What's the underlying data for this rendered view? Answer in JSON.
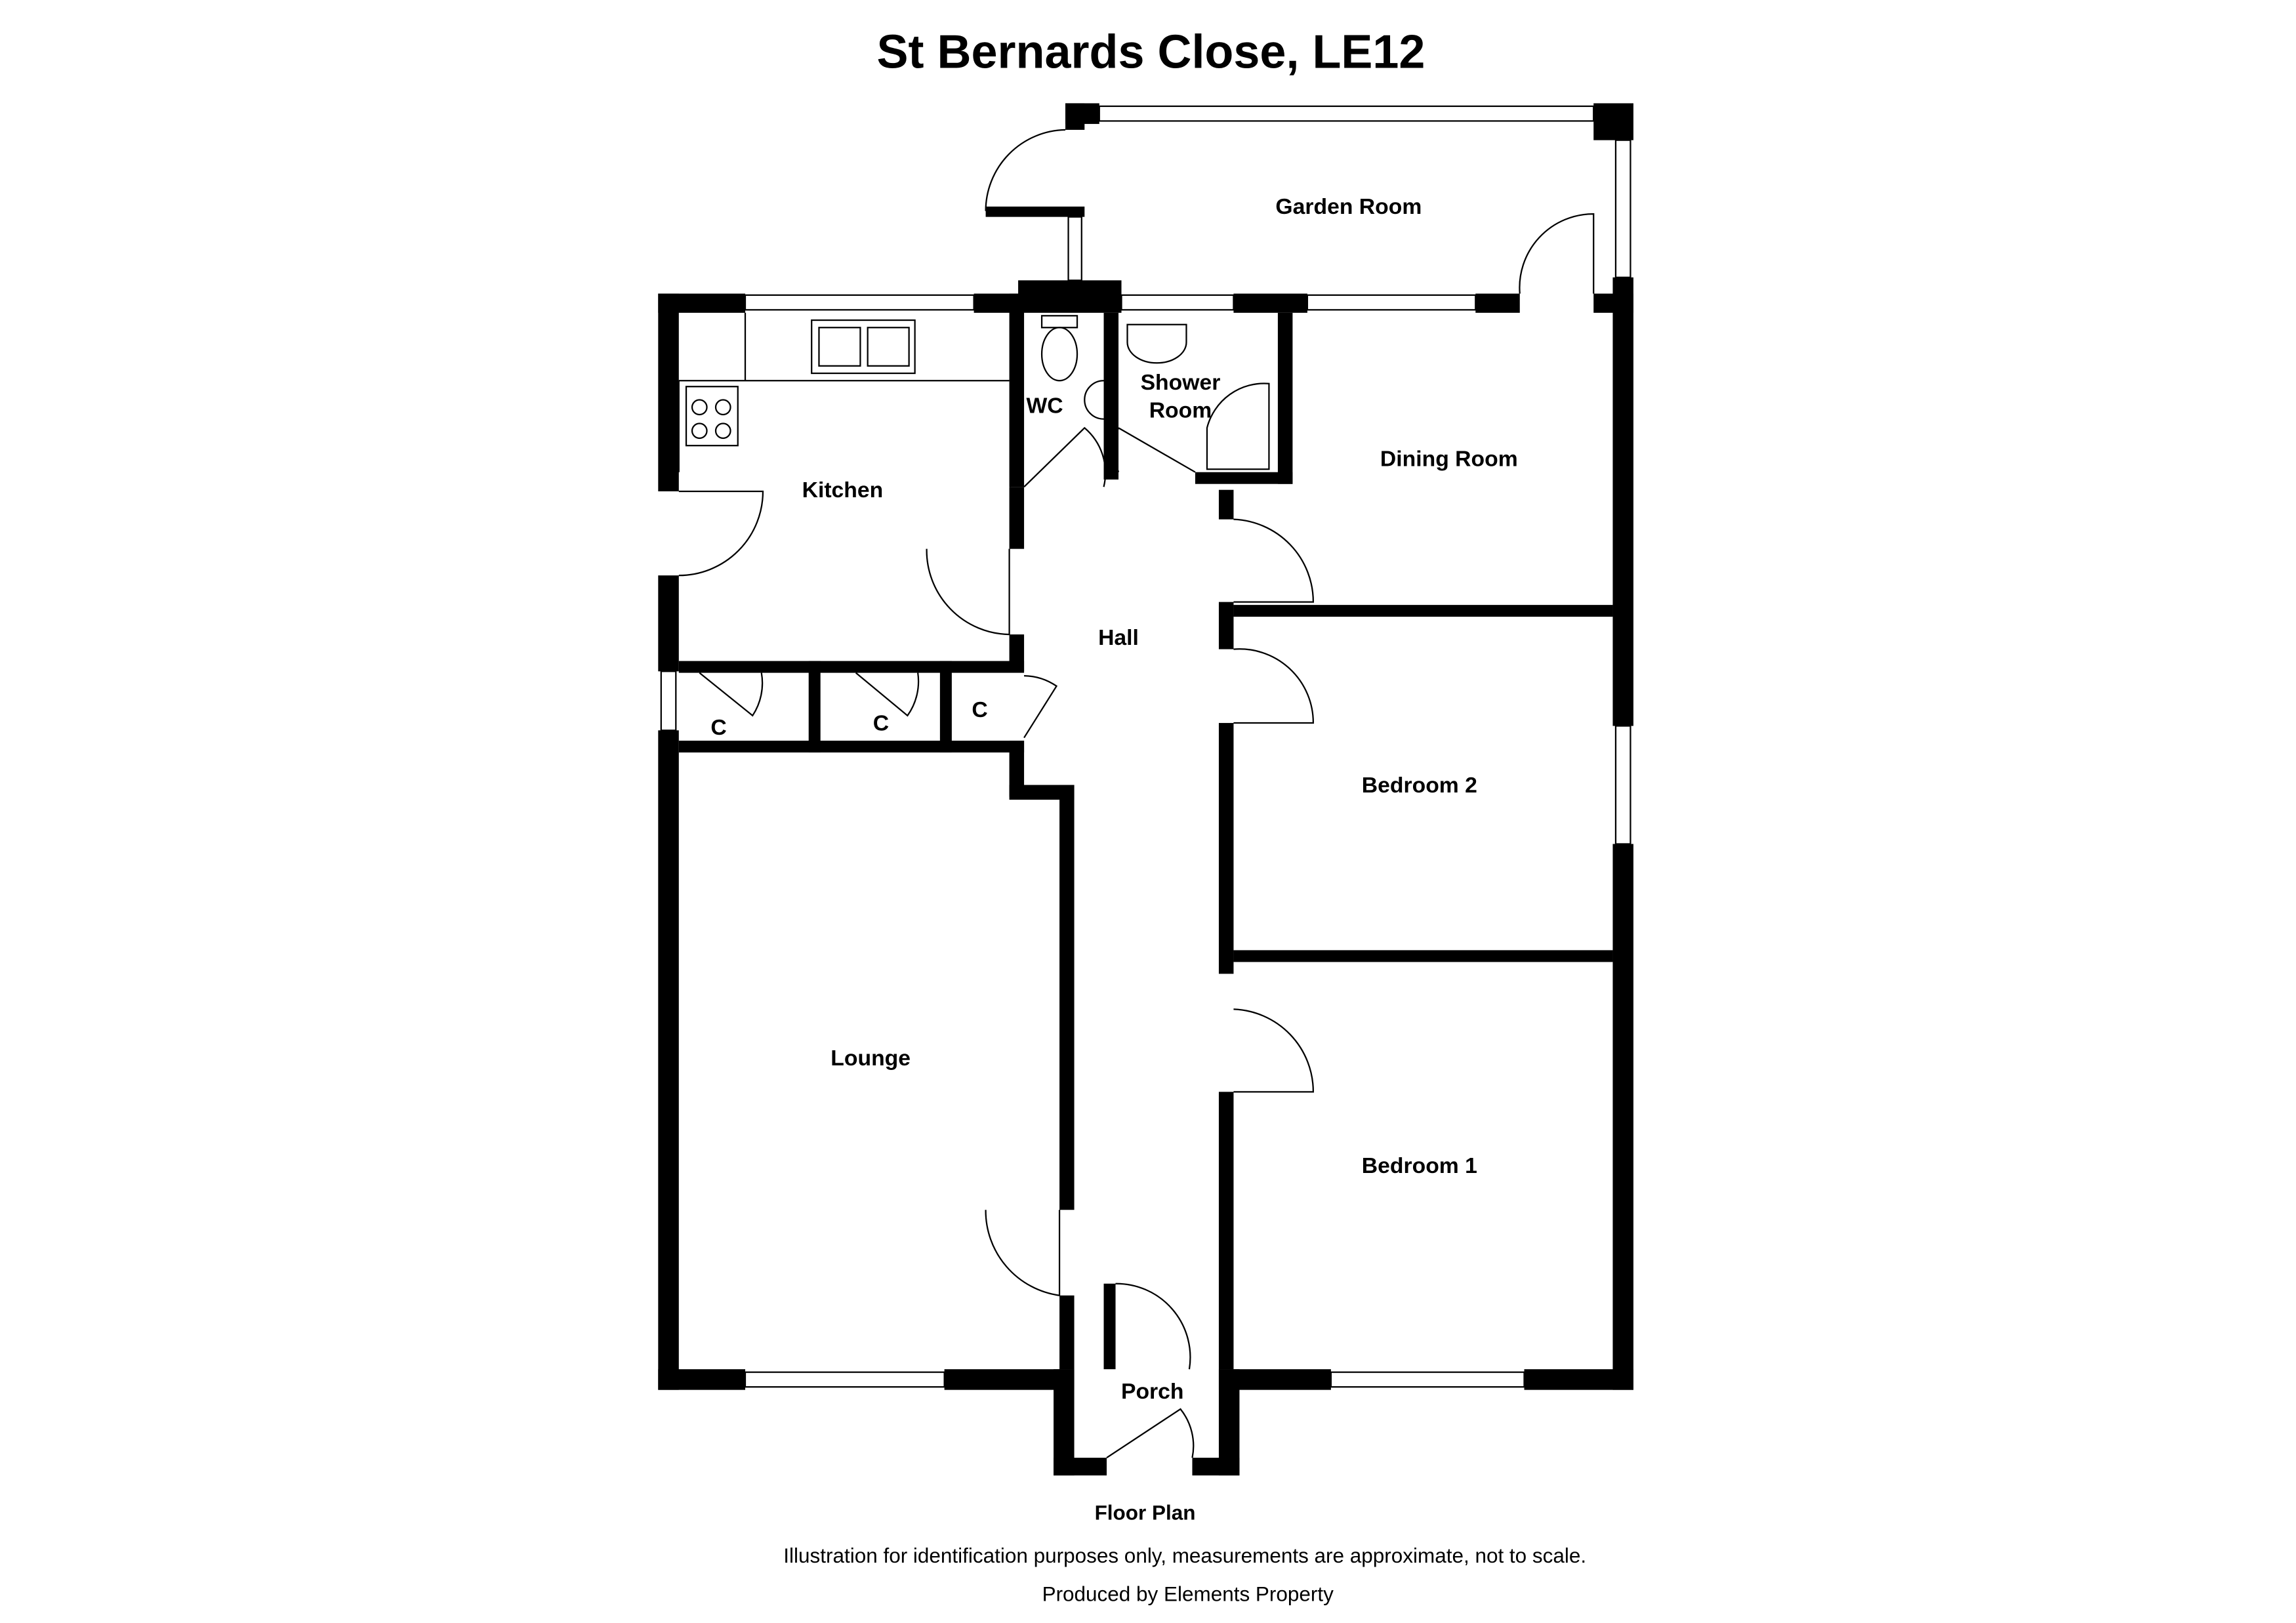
{
  "title": "St Bernards Close, LE12",
  "rooms": {
    "garden_room": "Garden Room",
    "kitchen": "Kitchen",
    "wc": "WC",
    "shower_room_1": "Shower",
    "shower_room_2": "Room",
    "dining_room": "Dining Room",
    "hall": "Hall",
    "cupboard_1": "C",
    "cupboard_2": "C",
    "cupboard_3": "C",
    "bedroom_2": "Bedroom 2",
    "lounge": "Lounge",
    "bedroom_1": "Bedroom 1",
    "porch": "Porch"
  },
  "footer": {
    "floor_label": "Floor Plan",
    "disclaimer": "Illustration for identification purposes only, measurements are approximate, not to scale.",
    "producer": "Produced by Elements Property"
  }
}
